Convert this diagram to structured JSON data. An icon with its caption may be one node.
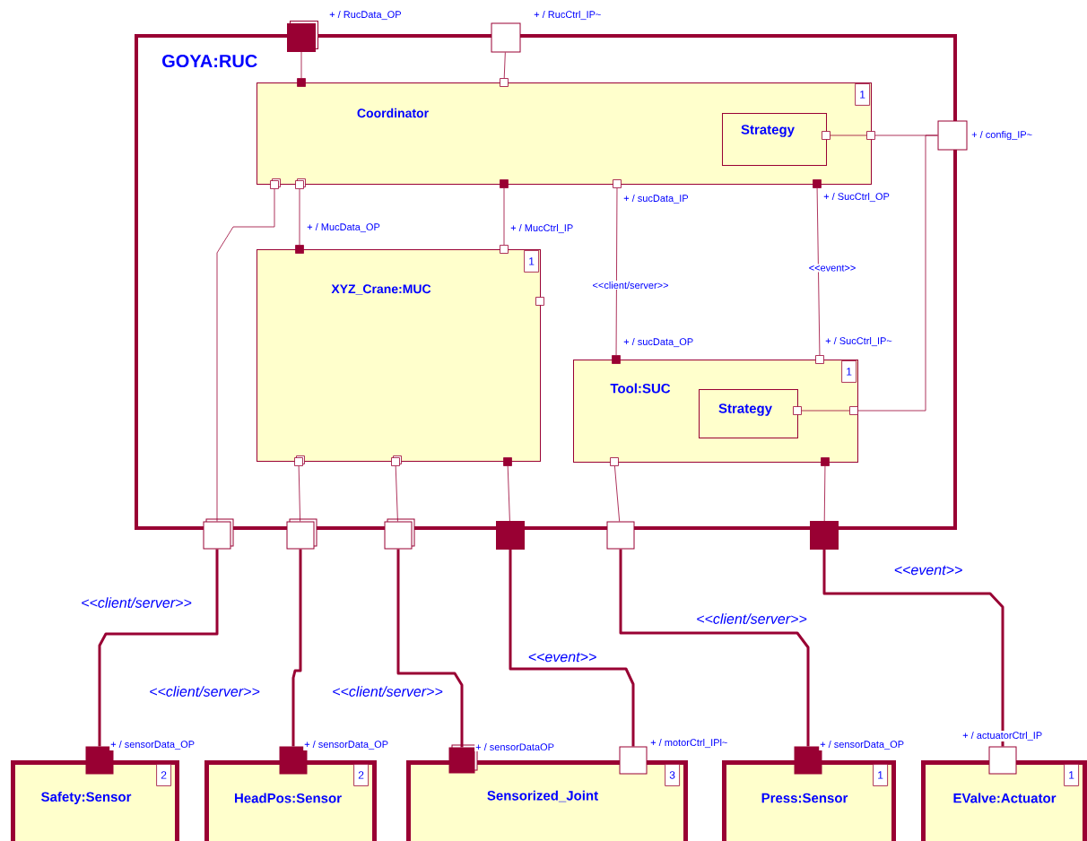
{
  "diagram": {
    "nodes": [
      {
        "text": [
          "GOYA:RUC"
        ]
      },
      {
        "text": [],
        "shape": "box",
        "beside": [
          "+ / RucData_OP"
        ]
      },
      {
        "text": [],
        "shape": "box",
        "beside": [
          "+ / RucCtrl_IP~"
        ]
      },
      {
        "text": [
          "Coordinator"
        ],
        "in": 0
      },
      {
        "text": [
          "1"
        ],
        "in": 3
      },
      {
        "text": [
          "Strategy"
        ],
        "in": 3
      },
      {
        "text": [],
        "shape": "box",
        "in": 0
      },
      {
        "text": [],
        "shape": "box",
        "in": 0
      },
      {
        "text": [],
        "shape": "box",
        "in": 3
      },
      {
        "text": [],
        "shape": "box",
        "in": 0
      },
      {
        "text": [],
        "shape": "box",
        "beside": [
          "+ / config_IP~"
        ]
      },
      {
        "text": [],
        "shape": "box",
        "in": 0
      },
      {
        "text": [],
        "shape": "box",
        "in": 0
      },
      {
        "text": [],
        "shape": "box",
        "in": 0
      },
      {
        "text": [],
        "shape": "box",
        "in": 0,
        "beside": [
          "+ / sucData_IP"
        ]
      },
      {
        "text": [],
        "shape": "box",
        "in": 0,
        "beside": [
          "+ / SucCtrl_OP"
        ]
      },
      {
        "text": [],
        "shape": "box",
        "in": 0,
        "beside": [
          "+ / MucData_OP"
        ]
      },
      {
        "text": [],
        "shape": "box",
        "in": 0,
        "beside": [
          "+ / MucCtrl_IP"
        ]
      },
      {
        "text": [
          "XYZ_Crane:MUC"
        ],
        "in": 0
      },
      {
        "text": [
          "1"
        ],
        "in": 18
      },
      {
        "text": [],
        "shape": "box",
        "in": 0
      },
      {
        "text": [],
        "shape": "box",
        "in": 0,
        "beside": [
          "+ / sucData_OP"
        ]
      },
      {
        "text": [],
        "shape": "box",
        "in": 0,
        "beside": [
          "+ / SucCtrl_IP~"
        ]
      },
      {
        "text": [
          "Tool:SUC"
        ],
        "in": 0
      },
      {
        "text": [
          "1"
        ],
        "in": 23
      },
      {
        "text": [
          "Strategy"
        ],
        "in": 23
      },
      {
        "text": [],
        "shape": "box",
        "in": 23
      },
      {
        "text": [],
        "shape": "box",
        "in": 23
      },
      {
        "text": [],
        "shape": "box",
        "in": 0
      },
      {
        "text": [],
        "shape": "box",
        "in": 0
      },
      {
        "text": [],
        "shape": "box",
        "in": 0
      },
      {
        "text": [],
        "shape": "box",
        "in": 0
      },
      {
        "text": [],
        "shape": "box",
        "in": 0
      },
      {
        "text": [],
        "shape": "box"
      },
      {
        "text": [],
        "shape": "box"
      },
      {
        "text": [],
        "shape": "box"
      },
      {
        "text": [],
        "shape": "box"
      },
      {
        "text": [],
        "shape": "box"
      },
      {
        "text": [],
        "shape": "box"
      },
      {
        "text": [
          "Safety:Sensor"
        ]
      },
      {
        "text": [
          "2"
        ],
        "in": 39
      },
      {
        "text": [
          "HeadPos:Sensor"
        ]
      },
      {
        "text": [
          "2"
        ],
        "in": 41
      },
      {
        "text": [
          "Sensorized_Joint"
        ]
      },
      {
        "text": [
          "3"
        ],
        "in": 43
      },
      {
        "text": [
          "Press:Sensor"
        ]
      },
      {
        "text": [
          "1"
        ],
        "in": 45
      },
      {
        "text": [
          "EValve:Actuator"
        ]
      },
      {
        "text": [
          "1"
        ],
        "in": 47
      },
      {
        "text": [],
        "shape": "box",
        "beside": [
          "+ / sensorData_OP"
        ]
      },
      {
        "text": [],
        "shape": "box",
        "beside": [
          "+ / sensorData_OP"
        ]
      },
      {
        "text": [],
        "shape": "box",
        "beside": [
          "+ / sensorDataOP"
        ]
      },
      {
        "text": [],
        "shape": "box",
        "beside": [
          "+ / motorCtrl_IPl~"
        ]
      },
      {
        "text": [],
        "shape": "box",
        "beside": [
          "+ / sensorData_OP"
        ]
      },
      {
        "text": [],
        "shape": "box",
        "beside": [
          "+ / actuatorCtrl_IP"
        ]
      }
    ],
    "edges": [
      {
        "from": 1,
        "to": 6,
        "arrow": "none"
      },
      {
        "from": 2,
        "to": 7,
        "arrow": "none"
      },
      {
        "from": 10,
        "to": 9,
        "arrow": "none"
      },
      {
        "from": 9,
        "to": 8,
        "arrow": "none"
      },
      {
        "from": 10,
        "to": 27,
        "arrow": "none"
      },
      {
        "from": 27,
        "to": 26,
        "arrow": "none"
      },
      {
        "from": 11,
        "to": 33,
        "arrow": "none"
      },
      {
        "from": 12,
        "to": 16,
        "arrow": "none"
      },
      {
        "from": 13,
        "to": 17,
        "arrow": "none"
      },
      {
        "from": 14,
        "to": 21,
        "arrow": "none",
        "label": "<<client/server>>"
      },
      {
        "from": 15,
        "to": 22,
        "arrow": "none",
        "label": "<<event>>"
      },
      {
        "from": 28,
        "to": 34,
        "arrow": "none"
      },
      {
        "from": 29,
        "to": 35,
        "arrow": "none"
      },
      {
        "from": 30,
        "to": 36,
        "arrow": "none"
      },
      {
        "from": 31,
        "to": 37,
        "arrow": "none"
      },
      {
        "from": 32,
        "to": 38,
        "arrow": "none"
      },
      {
        "from": 33,
        "to": 49,
        "arrow": "none",
        "style": "thick",
        "label": "<<client/server>>"
      },
      {
        "from": 34,
        "to": 50,
        "arrow": "none",
        "style": "thick",
        "label": "<<client/server>>"
      },
      {
        "from": 35,
        "to": 51,
        "arrow": "none",
        "style": "thick",
        "label": "<<client/server>>"
      },
      {
        "from": 36,
        "to": 52,
        "arrow": "none",
        "style": "thick",
        "label": "<<event>>"
      },
      {
        "from": 37,
        "to": 53,
        "arrow": "none",
        "style": "thick",
        "label": "<<client/server>>"
      },
      {
        "from": 38,
        "to": 54,
        "arrow": "none",
        "style": "thick",
        "label": "<<event>>"
      }
    ]
  }
}
